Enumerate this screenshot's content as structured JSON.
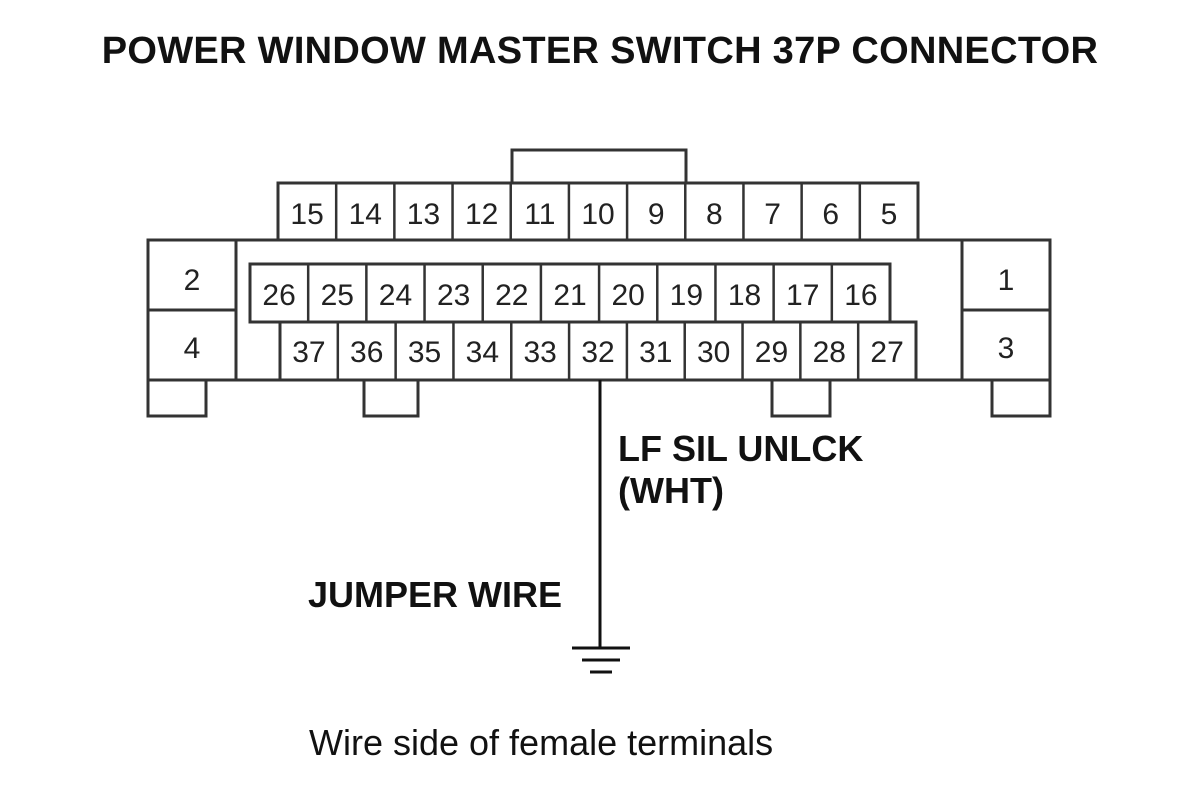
{
  "title": "POWER WINDOW MASTER SWITCH 37P CONNECTOR",
  "connector": {
    "top_row": [
      "15",
      "14",
      "13",
      "12",
      "11",
      "10",
      "9",
      "8",
      "7",
      "6",
      "5"
    ],
    "middle_row": [
      "26",
      "25",
      "24",
      "23",
      "22",
      "21",
      "20",
      "19",
      "18",
      "17",
      "16"
    ],
    "bottom_row": [
      "37",
      "36",
      "35",
      "34",
      "33",
      "32",
      "31",
      "30",
      "29",
      "28",
      "27"
    ],
    "left_pins": [
      "2",
      "4"
    ],
    "right_pins": [
      "1",
      "3"
    ]
  },
  "wire": {
    "terminal": "32",
    "label": "LF SIL UNLCK",
    "color": "(WHT)"
  },
  "jumper_label": "JUMPER WIRE",
  "caption": "Wire side of female terminals"
}
